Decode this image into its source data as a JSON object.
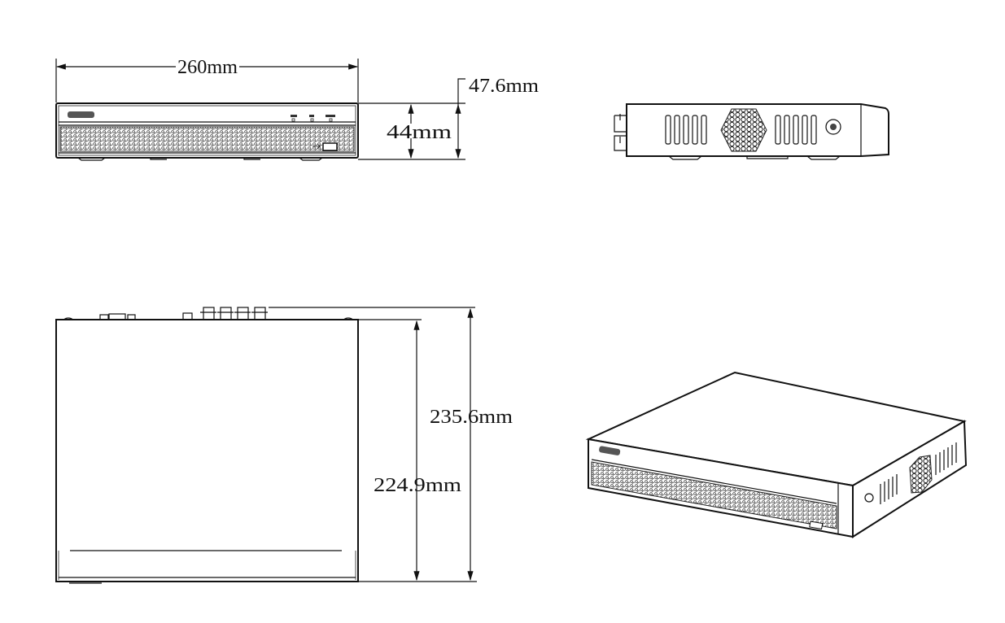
{
  "dimensions": {
    "width": "260mm",
    "height_body": "44mm",
    "height_total": "47.6mm",
    "depth_body": "224.9mm",
    "depth_total": "235.6mm"
  },
  "colors": {
    "line": "#111111",
    "background": "#ffffff"
  }
}
